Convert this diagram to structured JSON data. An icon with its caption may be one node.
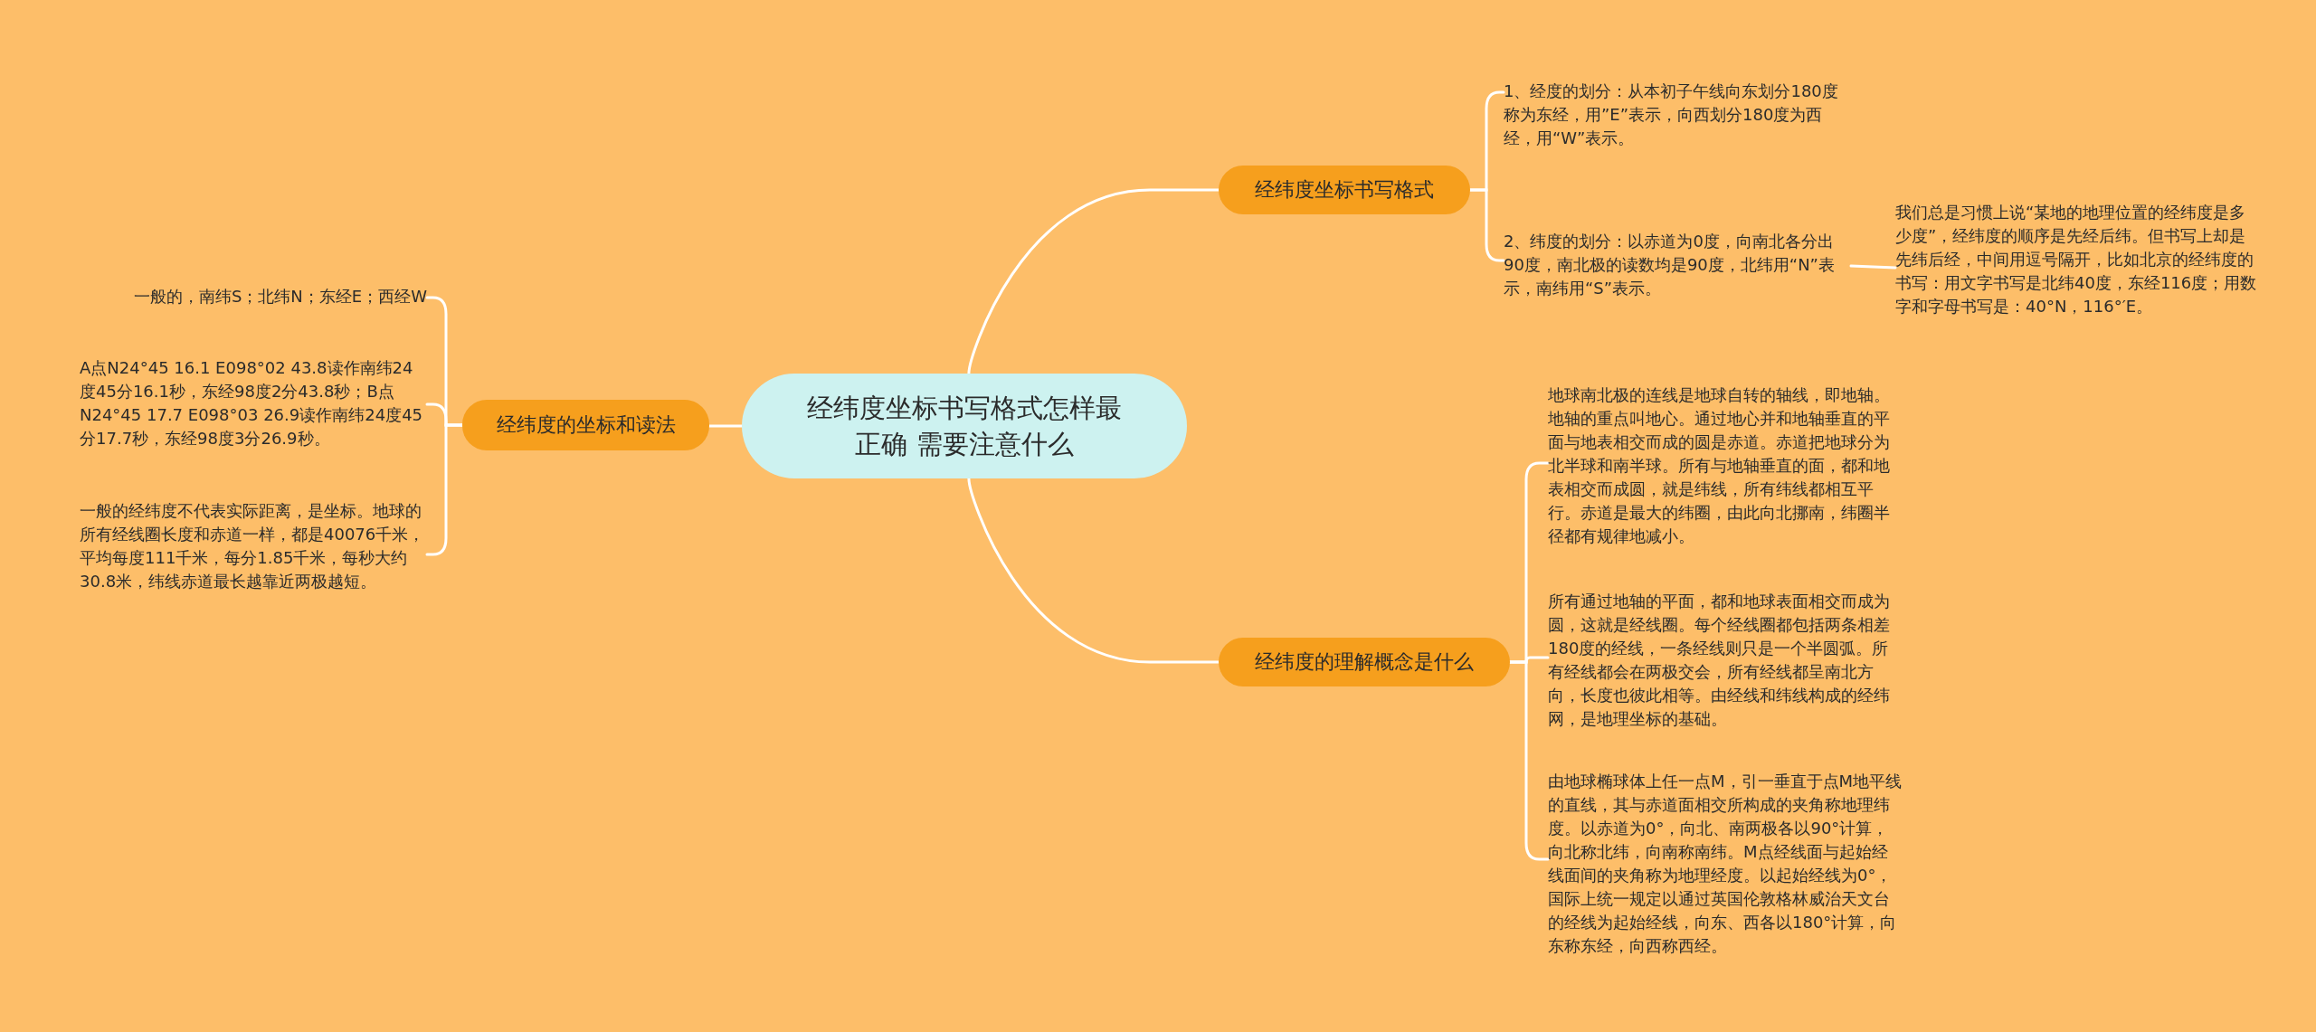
{
  "diagram": {
    "nodes": [
      {
        "text": [
          "经纬度坐标书写格式怎样最正确 需要注意什么"
        ]
      },
      {
        "text": [
          "经纬度坐标书写格式"
        ]
      },
      {
        "text": [
          "1、经度的划分：从本初子午线向东划分180度称为东经，用”E”表示，向西划分180度为西经，用“W”表示。"
        ]
      },
      {
        "text": [
          "2、纬度的划分：以赤道为0度，向南北各分出90度，南北极的读数均是90度，北纬用“N”表示，南纬用“S”表示。"
        ]
      },
      {
        "text": [
          "我们总是习惯上说“某地的地理位置的经纬度是多少度”，经纬度的顺序是先经后纬。但书写上却是先纬后经，中间用逗号隔开，比如北京的经纬度的书写：用文字书写是北纬40度，东经116度；用数字和字母书写是：40°N，116°′E。"
        ]
      },
      {
        "text": [
          "经纬度的理解概念是什么"
        ]
      },
      {
        "text": [
          "地球南北极的连线是地球自转的轴线，即地轴。地轴的重点叫地心。通过地心并和地轴垂直的平面与地表相交而成的圆是赤道。赤道把地球分为北半球和南半球。所有与地轴垂直的面，都和地表相交而成圆，就是纬线，所有纬线都相互平行。赤道是最大的纬圈，由此向北挪南，纬圈半径都有规律地减小。"
        ]
      },
      {
        "text": [
          "所有通过地轴的平面，都和地球表面相交而成为圆，这就是经线圈。每个经线圈都包括两条相差180度的经线，一条经线则只是一个半圆弧。所有经线都会在两极交会，所有经线都呈南北方向，长度也彼此相等。由经线和纬线构成的经纬网，是地理坐标的基础。"
        ]
      },
      {
        "text": [
          "由地球椭球体上任一点M，引一垂直于点M地平线的直线，其与赤道面相交所构成的夹角称地理纬度。以赤道为0°，向北、南两极各以90°计算，向北称北纬，向南称南纬。M点经线面与起始经线面间的夹角称为地理经度。以起始经线为0°，国际上统一规定以通过英国伦敦格林威治天文台的经线为起始经线，向东、西各以180°计算，向东称东经，向西称西经。"
        ]
      },
      {
        "text": [
          "经纬度的坐标和读法"
        ]
      },
      {
        "text": [
          "一般的，南纬S；北纬N；东经E；西经W"
        ]
      },
      {
        "text": [
          "A点N24°45 16.1 E098°02 43.8读作南纬24度45分16.1秒，东经98度2分43.8秒；B点N24°45 17.7 E098°03 26.9读作南纬24度45分17.7秒，东经98度3分26.9秒。"
        ]
      },
      {
        "text": [
          "一般的经纬度不代表实际距离，是坐标。地球的所有经线圈长度和赤道一样，都是40076千米，平均每度111千米，每分1.85千米，每秒大约30.8米，纬线赤道最长越靠近两极越短。"
        ]
      }
    ],
    "edges": [
      {
        "from": 0,
        "to": 1,
        "arrow": "none"
      },
      {
        "from": 1,
        "to": 2,
        "arrow": "none"
      },
      {
        "from": 1,
        "to": 3,
        "arrow": "none"
      },
      {
        "from": 3,
        "to": 4,
        "arrow": "none"
      },
      {
        "from": 0,
        "to": 5,
        "arrow": "none"
      },
      {
        "from": 5,
        "to": 6,
        "arrow": "none"
      },
      {
        "from": 5,
        "to": 7,
        "arrow": "none"
      },
      {
        "from": 5,
        "to": 8,
        "arrow": "none"
      },
      {
        "from": 0,
        "to": 9,
        "arrow": "none"
      },
      {
        "from": 9,
        "to": 10,
        "arrow": "none"
      },
      {
        "from": 9,
        "to": 11,
        "arrow": "none"
      },
      {
        "from": 9,
        "to": 12,
        "arrow": "none"
      }
    ]
  }
}
